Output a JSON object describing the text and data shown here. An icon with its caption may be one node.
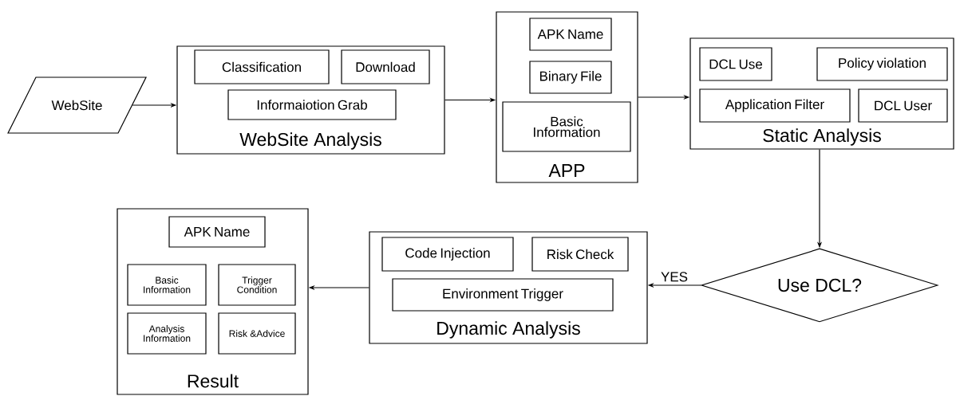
{
  "diagram": {
    "nodes": [
      {
        "text": [
          "WebSite"
        ]
      },
      {
        "text": [
          "WebSite Analysis"
        ]
      },
      {
        "text": [
          "Classification"
        ],
        "in": 1
      },
      {
        "text": [
          "Download"
        ],
        "in": 1
      },
      {
        "text": [
          "Informaiotion Grab"
        ],
        "in": 1
      },
      {
        "text": [
          "APP"
        ]
      },
      {
        "text": [
          "APK Name"
        ],
        "in": 5
      },
      {
        "text": [
          "Binary File"
        ],
        "in": 5
      },
      {
        "text": [
          "Basic Information"
        ],
        "in": 5
      },
      {
        "text": [
          "Static Analysis"
        ]
      },
      {
        "text": [
          "DCL Use"
        ],
        "in": 9
      },
      {
        "text": [
          "Policy violation"
        ],
        "in": 9
      },
      {
        "text": [
          "Application Filter"
        ],
        "in": 9
      },
      {
        "text": [
          "DCL User"
        ],
        "in": 9
      },
      {
        "text": [
          "Use DCL?"
        ]
      },
      {
        "text": [
          "Dynamic Analysis"
        ]
      },
      {
        "text": [
          "Code Injection"
        ],
        "in": 15
      },
      {
        "text": [
          "Risk Check"
        ],
        "in": 15
      },
      {
        "text": [
          "Environment Trigger"
        ],
        "in": 15
      },
      {
        "text": [
          "Result"
        ]
      },
      {
        "text": [
          "APK Name"
        ],
        "in": 19
      },
      {
        "text": [
          "Basic Information"
        ],
        "in": 19
      },
      {
        "text": [
          "Trigger Condition"
        ],
        "in": 19
      },
      {
        "text": [
          "Analysis Information"
        ],
        "in": 19
      },
      {
        "text": [
          "Risk &Advice"
        ],
        "in": 19
      }
    ],
    "edges": [
      {
        "from": 0,
        "to": 1,
        "arrow": "to"
      },
      {
        "from": 1,
        "to": 5,
        "arrow": "to"
      },
      {
        "from": 5,
        "to": 9,
        "arrow": "to"
      },
      {
        "from": 9,
        "to": 14,
        "arrow": "to"
      },
      {
        "from": 14,
        "to": 15,
        "arrow": "to",
        "label": "YES"
      },
      {
        "from": 15,
        "to": 19,
        "arrow": "to"
      }
    ]
  }
}
